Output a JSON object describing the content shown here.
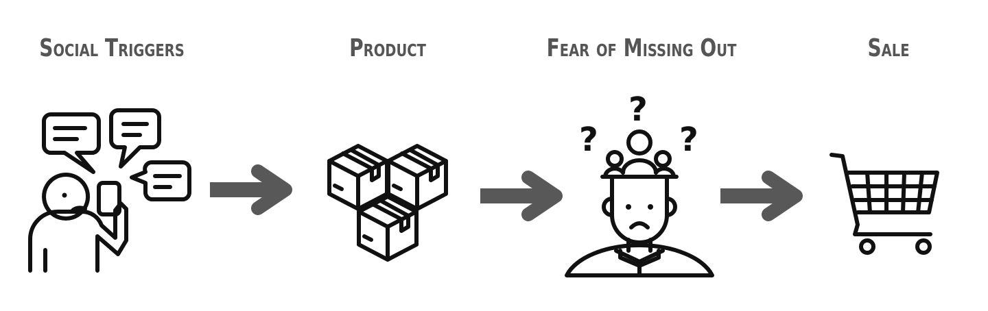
{
  "steps": [
    {
      "title": "Social Triggers",
      "icon": "person-phone-chat-icon"
    },
    {
      "title": "Product",
      "icon": "stacked-boxes-icon"
    },
    {
      "title": "Fear of Missing Out",
      "icon": "worried-person-icon"
    },
    {
      "title": "Sale",
      "icon": "shopping-cart-icon"
    }
  ],
  "question_marks": [
    "?",
    "?",
    "?"
  ],
  "colors": {
    "title": "#555555",
    "arrow": "#585858",
    "icon": "#111111",
    "background": "#ffffff"
  }
}
